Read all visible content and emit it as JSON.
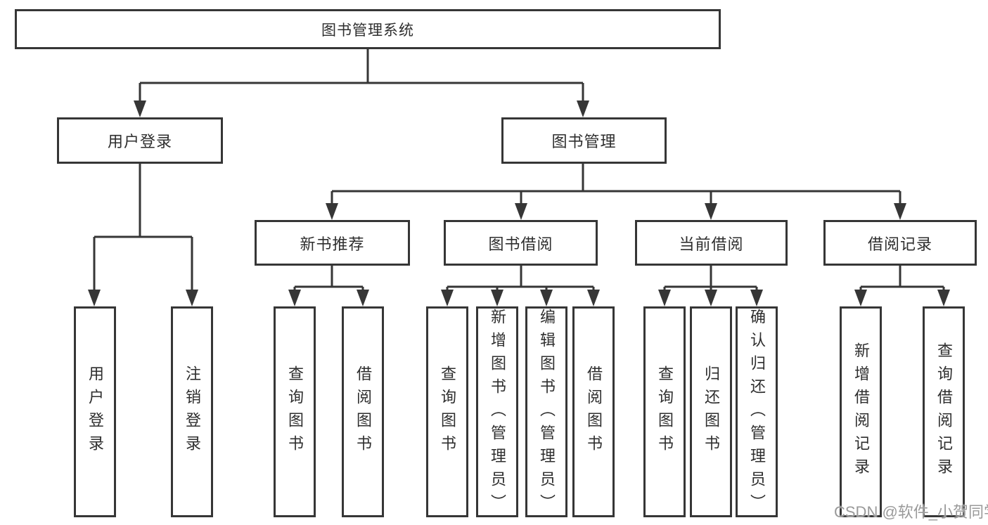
{
  "diagram": {
    "root_label": "图书管理系统",
    "level2": {
      "login": "用户登录",
      "manage": "图书管理"
    },
    "level3": {
      "new_books": "新书推荐",
      "book_borrow": "图书借阅",
      "current_borrow": "当前借阅",
      "borrow_records": "借阅记录"
    },
    "leaves": {
      "login": [
        "用户登录",
        "注销登录"
      ],
      "new_books": [
        "查询图书",
        "借阅图书"
      ],
      "book_borrow": [
        "查询图书",
        "新增图书（管理员）",
        "编辑图书（管理员）",
        "借阅图书"
      ],
      "current_borrow": [
        "查询图书",
        "归还图书",
        "确认归还（管理员）"
      ],
      "borrow_records": [
        "新增借阅记录",
        "查询借阅记录"
      ]
    },
    "colors": {
      "line": "#363636",
      "text": "#2e2e2e",
      "watermark": "#9a9a9a",
      "background": "#ffffff"
    },
    "watermark": "CSDN @软件_小贺同学"
  }
}
